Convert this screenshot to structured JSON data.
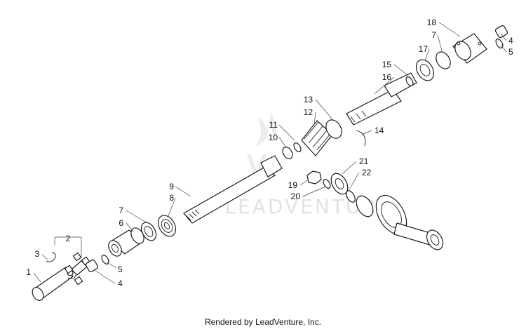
{
  "diagram": {
    "callouts": [
      "1",
      "2",
      "3",
      "4",
      "5",
      "6",
      "7",
      "8",
      "9",
      "10",
      "11",
      "12",
      "13",
      "14",
      "15",
      "16",
      "17",
      "18",
      "7",
      "4",
      "5",
      "19",
      "20",
      "21",
      "22"
    ]
  },
  "watermark": "LEADVENTURE",
  "footer": "Rendered by LeadVenture, Inc."
}
